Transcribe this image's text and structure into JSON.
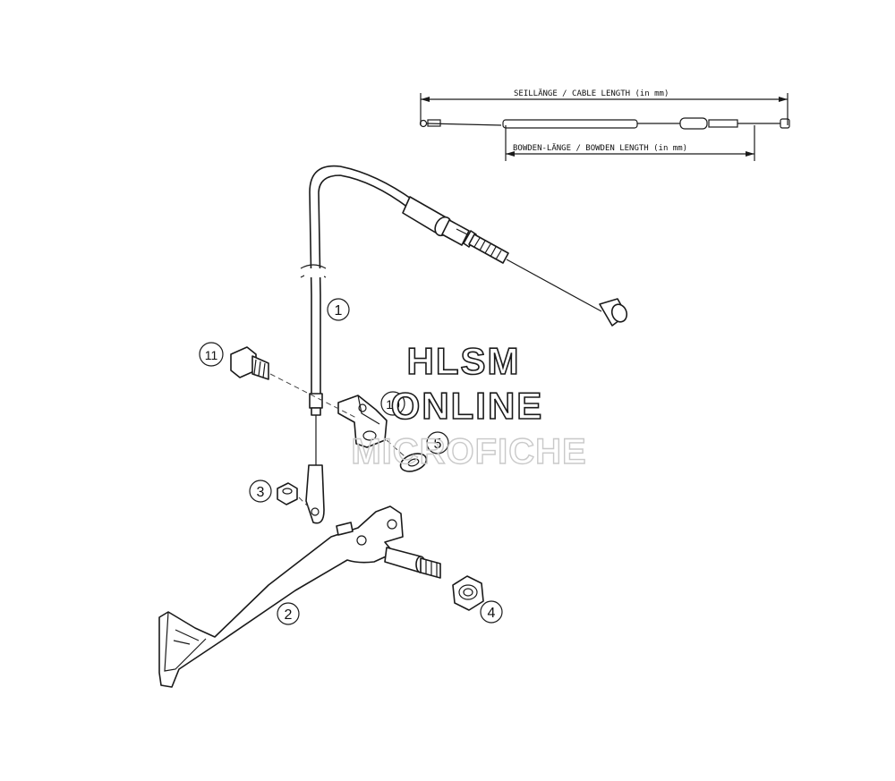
{
  "dimension_labels": {
    "cable_length": "SEILLÄNGE / CABLE LENGTH   (in mm)",
    "bowden_length": "BOWDEN-LÄNGE / BOWDEN LENGTH    (in mm)"
  },
  "callouts": [
    "1",
    "2",
    "3",
    "4",
    "5",
    "10",
    "11"
  ],
  "watermark": {
    "line1": "HLSM",
    "line2": "ONLINE",
    "line3": "MICROFICHE"
  }
}
